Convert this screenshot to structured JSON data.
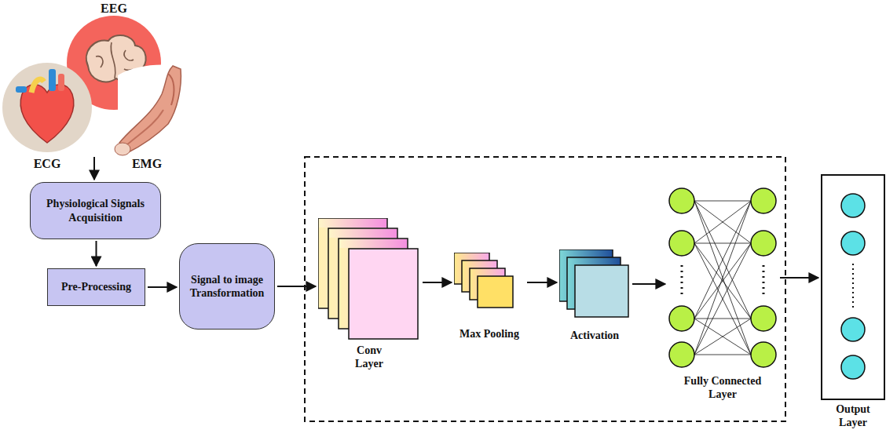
{
  "diagram": {
    "nodes": [
      {
        "text": [
          "Physiological Signals Acquisition"
        ]
      },
      {
        "text": [
          "Pre-Processing"
        ]
      },
      {
        "text": [
          "Signal to image Transformation"
        ]
      },
      {
        "text": [
          "Conv Layer"
        ]
      },
      {
        "text": [
          "Max Pooling"
        ]
      },
      {
        "text": [
          "Activation"
        ]
      },
      {
        "text": [
          "Fully Connected Layer"
        ]
      },
      {
        "text": [
          "Output Layer"
        ]
      }
    ],
    "edges": [
      {
        "from": 0,
        "to": 1,
        "arrow": "to"
      },
      {
        "from": 1,
        "to": 2,
        "arrow": "to"
      },
      {
        "from": 2,
        "to": 3,
        "arrow": "to"
      },
      {
        "from": 3,
        "to": 4,
        "arrow": "to"
      },
      {
        "from": 4,
        "to": 5,
        "arrow": "to"
      },
      {
        "from": 5,
        "to": 6,
        "arrow": "to"
      },
      {
        "from": 6,
        "to": 7,
        "arrow": "to"
      }
    ],
    "labels": [
      "EEG",
      "ECG",
      "EMG"
    ]
  }
}
